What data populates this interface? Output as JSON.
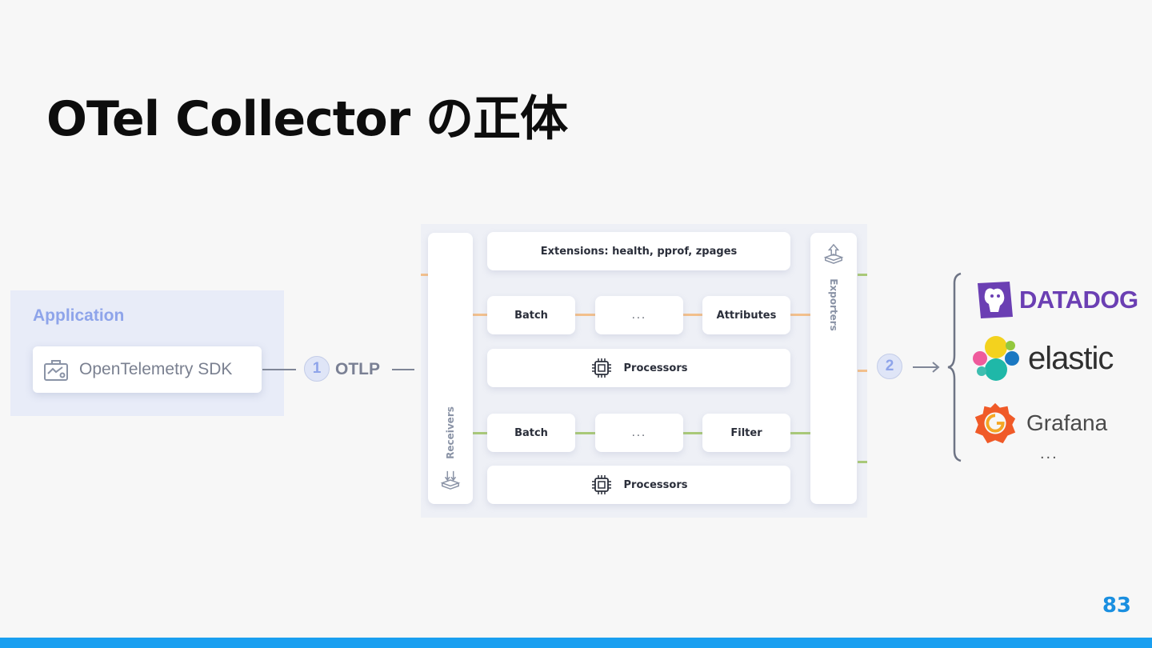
{
  "slide": {
    "title": "OTel Collector の正体",
    "page_number": "83"
  },
  "application": {
    "label": "Application",
    "sdk": "OpenTelemetry SDK"
  },
  "flow": {
    "step1": "1",
    "protocol": "OTLP",
    "step2": "2"
  },
  "collector": {
    "receivers": "Receivers",
    "exporters": "Exporters",
    "extensions": "Extensions: health, pprof, zpages",
    "pipeline1": {
      "first": "Batch",
      "middle": "...",
      "last": "Attributes",
      "group": "Processors"
    },
    "pipeline2": {
      "first": "Batch",
      "middle": "...",
      "last": "Filter",
      "group": "Processors"
    }
  },
  "backends": {
    "items": [
      "DATADOG",
      "elastic",
      "Grafana"
    ],
    "more": "...",
    "colors": {
      "datadog": "#6b3fb3",
      "grafana": "#f05a28"
    }
  },
  "colors": {
    "accent": "#1a9ff0",
    "app_label": "#8ea4ea",
    "wire_orange": "#f3c08c",
    "wire_green": "#a9c978"
  }
}
